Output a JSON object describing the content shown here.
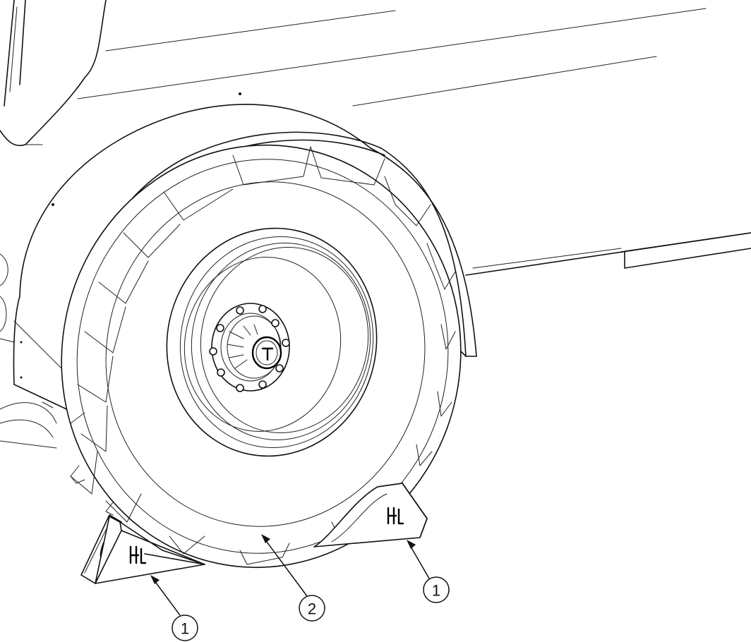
{
  "callouts": [
    {
      "id": "chock-left",
      "label": "1"
    },
    {
      "id": "tyre",
      "label": "2"
    },
    {
      "id": "chock-right",
      "label": "1"
    }
  ],
  "colors": {
    "line": "#111111",
    "background": "#ffffff"
  }
}
